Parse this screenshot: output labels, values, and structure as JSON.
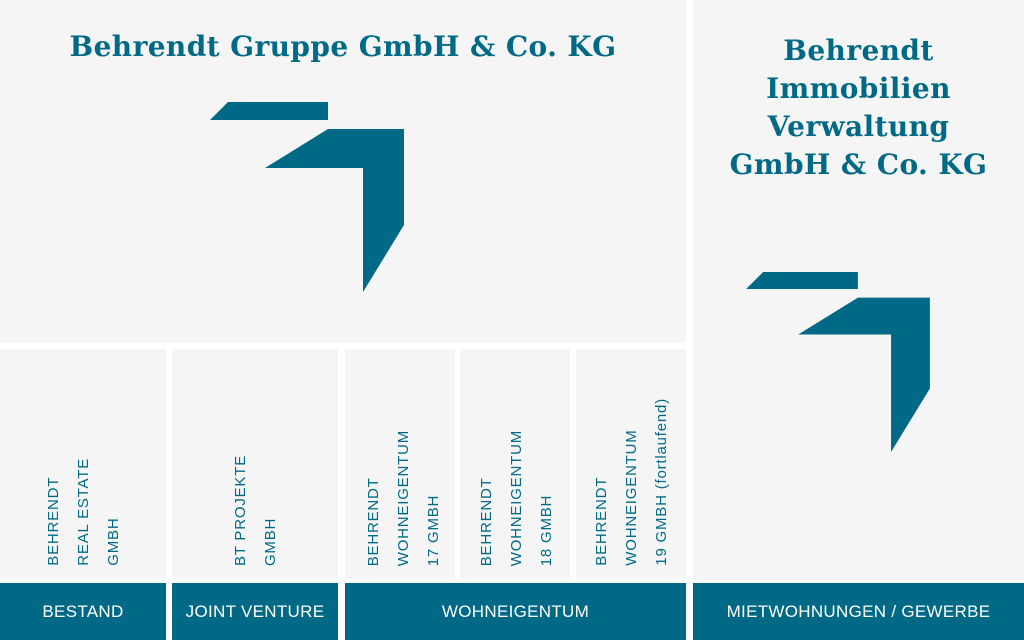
{
  "colors": {
    "primary": "#006a86",
    "panel": "#f5f5f5"
  },
  "main": {
    "title": "Behrendt Gruppe GmbH & Co. KG",
    "logo_icon": "behrendt-arrow-icon"
  },
  "side": {
    "title_lines": [
      "Behrendt",
      "Immobilien",
      "Verwaltung",
      "GmbH & Co. KG"
    ],
    "logo_icon": "behrendt-arrow-icon"
  },
  "companies": [
    {
      "lines": [
        "BEHRENDT",
        "REAL ESTATE",
        "GMBH"
      ]
    },
    {
      "lines": [
        "BT PROJEKTE",
        "GMBH"
      ]
    },
    {
      "lines": [
        "BEHRENDT",
        "WOHNEIGENTUM",
        "17 GMBH"
      ]
    },
    {
      "lines": [
        "BEHRENDT",
        "WOHNEIGENTUM",
        "18 GMBH"
      ]
    },
    {
      "lines": [
        "BEHRENDT",
        "WOHNEIGENTUM",
        "19 GMBH (fortlaufend)"
      ]
    }
  ],
  "categories": [
    {
      "label": "BESTAND"
    },
    {
      "label": "JOINT VENTURE"
    },
    {
      "label": "WOHNEIGENTUM"
    },
    {
      "label": "MIETWOHNUNGEN / GEWERBE"
    }
  ]
}
